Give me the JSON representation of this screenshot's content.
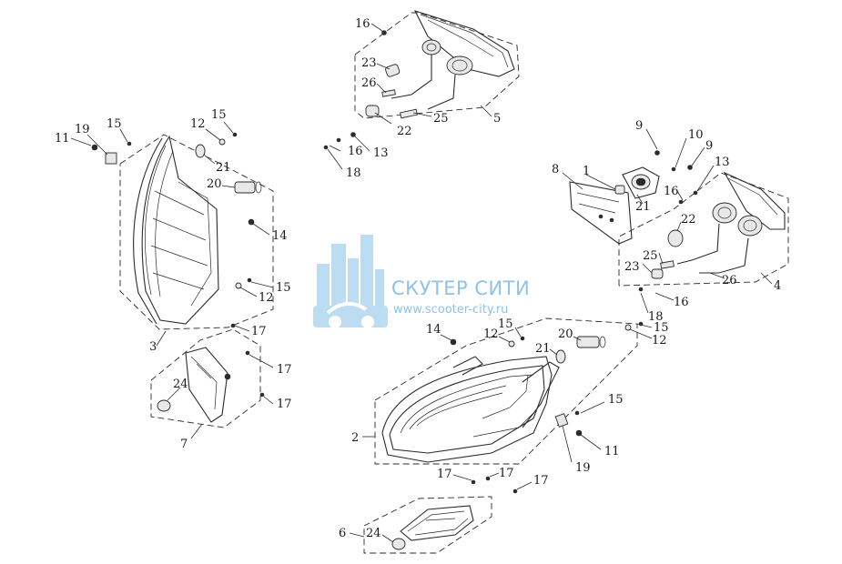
{
  "watermark": {
    "brand": "СКУТЕР СИТИ",
    "url": "www.scooter-city.ru",
    "color": "#8ec3e6"
  },
  "callouts": {
    "top": [
      "16",
      "23",
      "26",
      "22",
      "25",
      "5",
      "16",
      "13",
      "18"
    ],
    "left": [
      "11",
      "19",
      "15",
      "12",
      "15",
      "21",
      "20",
      "14",
      "15",
      "12",
      "3"
    ],
    "turn_left": [
      "17",
      "17",
      "24",
      "17",
      "7"
    ],
    "right": [
      "9",
      "10",
      "9",
      "8",
      "1",
      "13",
      "16",
      "21",
      "22",
      "25",
      "23",
      "26",
      "4",
      "18",
      "16",
      "15",
      "12"
    ],
    "center": [
      "14",
      "12",
      "15",
      "20",
      "21",
      "2",
      "15",
      "11",
      "19"
    ],
    "turn_bottom": [
      "17",
      "17",
      "17",
      "6",
      "24"
    ]
  }
}
